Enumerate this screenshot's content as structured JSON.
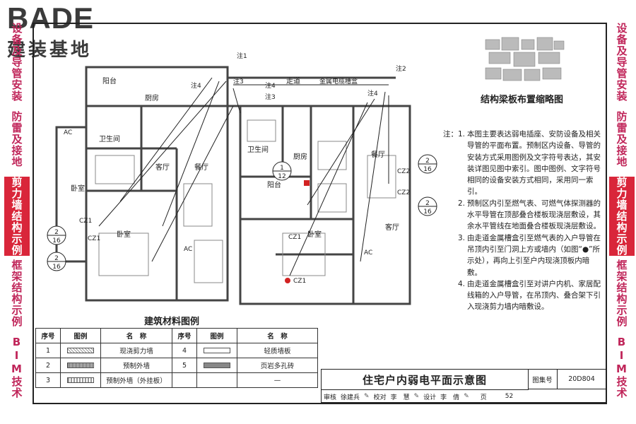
{
  "logo": {
    "en": "BADE",
    "cn": "建装基地"
  },
  "left_tabs": [
    {
      "label": "设备及导管安装",
      "active": false
    },
    {
      "label": "防雷及接地",
      "active": false
    },
    {
      "label": "剪力墙结构示例",
      "active": true
    },
    {
      "label": "框架结构示例",
      "active": false
    },
    {
      "label": "BIM技术",
      "active": false
    }
  ],
  "right_tabs": [
    {
      "label": "设备及导管安装",
      "active": false
    },
    {
      "label": "防雷及接地",
      "active": false
    },
    {
      "label": "剪力墙结构示例",
      "active": true
    },
    {
      "label": "框架结构示例",
      "active": false
    },
    {
      "label": "BIM技术",
      "active": false
    }
  ],
  "plan": {
    "rooms": [
      "阳台",
      "厨房",
      "卫生间",
      "卧室",
      "客厅",
      "餐厅",
      "卧室",
      "走道",
      "卫生间",
      "厨房",
      "阳台",
      "餐厅",
      "卧室",
      "客厅"
    ],
    "annotations": [
      "注1",
      "注3",
      "注4",
      "注3",
      "注4",
      "注2",
      "注4",
      "金属电缆槽盒",
      "CZ1",
      "CZ1",
      "CZ1",
      "CZ2",
      "CZ2",
      "CZ1"
    ],
    "callouts": [
      {
        "top": "2",
        "bottom": "16"
      },
      {
        "top": "2",
        "bottom": "16"
      },
      {
        "top": "1",
        "bottom": "12"
      },
      {
        "top": "2",
        "bottom": "16"
      },
      {
        "top": "2",
        "bottom": "16"
      }
    ],
    "ac_labels": [
      "AC",
      "AC",
      "AC"
    ],
    "colors": {
      "line": "#222222",
      "wall": "#444444",
      "red": "#d22222"
    }
  },
  "minimap_title": "结构梁板布置缩略图",
  "notes_label": "注：",
  "notes": [
    {
      "num": "1.",
      "text": "本图主要表达弱电插座、安防设备及相关导管的平面布置。预制区内设备、导管的安装方式采用图例及文字符号表达，其安装详图见图中索引。图中图例、文字符号相同的设备安装方式相同，采用同一索引。"
    },
    {
      "num": "2.",
      "text": "预制区内引至燃气表、可燃气体探测器的水平导管在顶部叠合楼板现浇层敷设，其余水平管线在地面叠合楼板现浇层敷设。"
    },
    {
      "num": "3.",
      "text": "由走道金属槽盒引至燃气表的入户导管在吊顶内引至门洞上方或墙内（如图“●”所示处），再向上引至户内现浇顶板内暗敷。"
    },
    {
      "num": "4.",
      "text": "由走道金属槽盒引至对讲户内机、家居配线箱的入户导管，在吊顶内、叠合架下引入现浇剪力墙内暗敷设。"
    }
  ],
  "legend": {
    "title": "建筑材料图例",
    "headers": [
      "序号",
      "图例",
      "名　称",
      "序号",
      "图例",
      "名　称"
    ],
    "rows": [
      {
        "no1": "1",
        "name1": "现浇剪力墙",
        "no2": "4",
        "name2": "轻质墙板"
      },
      {
        "no1": "2",
        "name1": "预制外墙",
        "no2": "5",
        "name2": "页岩多孔砖"
      },
      {
        "no1": "3",
        "name1": "预制外墙（外挂板）",
        "no2": "",
        "name2": "—"
      }
    ]
  },
  "title_block": {
    "title": "住宅户内弱电平面示意图",
    "atlas_label": "图集号",
    "atlas_no": "20D804",
    "review_label": "审核",
    "reviewer": "徐建兵",
    "check_label": "校对",
    "checker": "李　慧",
    "design_label": "设计",
    "designer": "李　倩",
    "page_label": "页",
    "page_no": "52"
  }
}
